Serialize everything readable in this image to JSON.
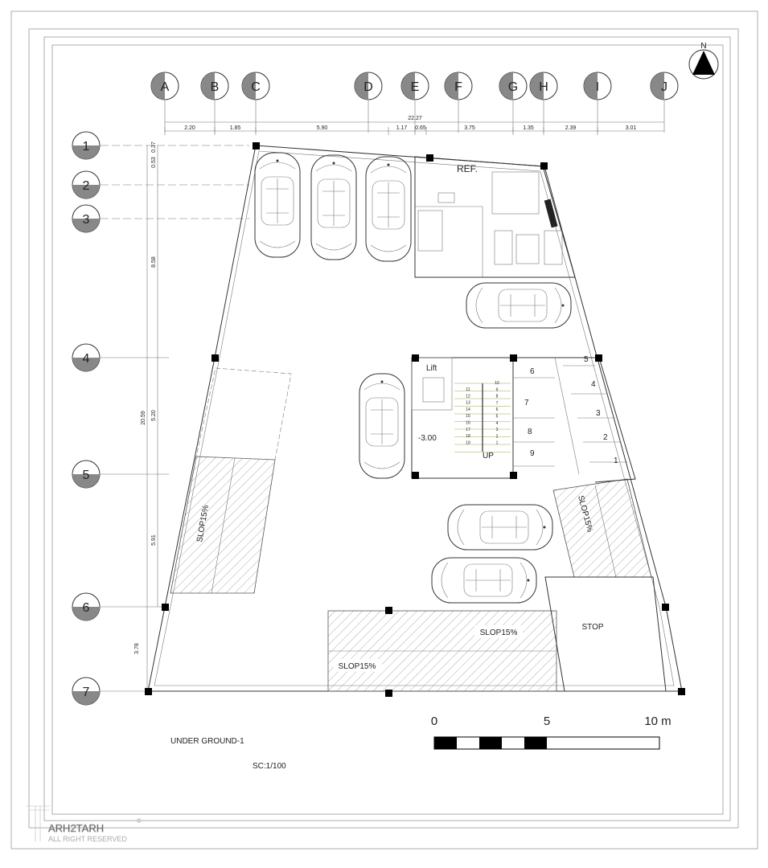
{
  "north_label": "N",
  "grid_columns": [
    "A",
    "B",
    "C",
    "D",
    "E",
    "F",
    "G",
    "H",
    "I",
    "J"
  ],
  "grid_rows": [
    "1",
    "2",
    "3",
    "4",
    "5",
    "6",
    "7"
  ],
  "top_dimensions": {
    "total": "22.27",
    "segments": [
      "2.20",
      "1.85",
      "5.90",
      "1.17",
      "0.65",
      "3.75",
      "1.35",
      "2.39",
      "3.01"
    ]
  },
  "left_dimensions": {
    "total": "20.59",
    "segments": [
      "0.37",
      "0.53",
      "8.58",
      "5.20",
      "5.91",
      "3.78"
    ]
  },
  "rooms": {
    "ref_label": "REF.",
    "lift_label": "Lift",
    "level_label": "-3.00",
    "up_label": "UP",
    "stair_numbers_left": [
      "11",
      "12",
      "13",
      "14",
      "15",
      "16",
      "17",
      "18",
      "19"
    ],
    "stair_numbers_right": [
      "10",
      "9",
      "8",
      "7",
      "6",
      "5",
      "4",
      "3",
      "2",
      "1"
    ],
    "storage_numbers": [
      "1",
      "2",
      "3",
      "4",
      "5",
      "6",
      "7",
      "8",
      "9"
    ]
  },
  "ramps": [
    "SLOP15%",
    "SLOP15%",
    "SLOP15%",
    "SLOP15%"
  ],
  "stop_label": "STOP",
  "drawing_title": "UNDER GROUND-1",
  "scale_text": "SC:1/100",
  "scale_bar": {
    "labels": [
      "0",
      "5",
      "10 m"
    ]
  },
  "logo": {
    "name": "ARH2TARH",
    "tagline": "ALL RIGHT RESERVED",
    "mark": "©"
  }
}
